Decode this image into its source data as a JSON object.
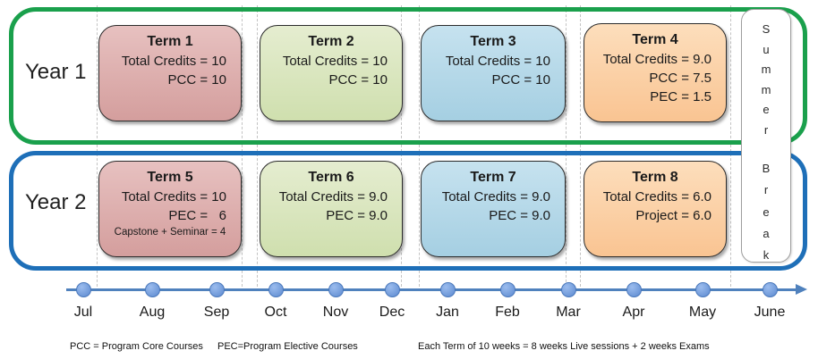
{
  "years": [
    {
      "label": "Year 1",
      "terms": [
        {
          "title": "Term 1",
          "lines": [
            "Total Credits = 10",
            "PCC = 10"
          ]
        },
        {
          "title": "Term 2",
          "lines": [
            "Total Credits = 10",
            "PCC = 10"
          ]
        },
        {
          "title": "Term 3",
          "lines": [
            "Total Credits = 10",
            "PCC = 10"
          ]
        },
        {
          "title": "Term 4",
          "lines": [
            "Total Credits = 9.0",
            "PCC = 7.5",
            "PEC = 1.5"
          ]
        }
      ]
    },
    {
      "label": "Year 2",
      "terms": [
        {
          "title": "Term 5",
          "lines": [
            "Total Credits = 10",
            "PEC =   6"
          ],
          "small_line": "Capstone + Seminar = 4"
        },
        {
          "title": "Term 6",
          "lines": [
            "Total Credits = 9.0",
            "PEC = 9.0"
          ]
        },
        {
          "title": "Term 7",
          "lines": [
            "Total Credits = 9.0",
            "PEC = 9.0"
          ]
        },
        {
          "title": "Term 8",
          "lines": [
            "Total Credits = 6.0",
            "Project = 6.0"
          ]
        }
      ]
    }
  ],
  "summer_break": {
    "top": "Summer",
    "bottom": "Break"
  },
  "timeline": {
    "months": [
      "Jul",
      "Aug",
      "Sep",
      "Oct",
      "Nov",
      "Dec",
      "Jan",
      "Feb",
      "Mar",
      "Apr",
      "May",
      "June"
    ]
  },
  "footnotes": [
    "PCC = Program Core Courses",
    "PEC=Program Elective Courses",
    "Each Term of 10 weeks = 8 weeks Live sessions + 2 weeks Exams"
  ],
  "colors": {
    "year1_border": "#1aa04c",
    "year2_border": "#1e6fb8",
    "term_pink": "#d9a6a5",
    "term_green": "#d8e4bc",
    "term_blue": "#b0d6e6",
    "term_orange": "#fbcfa4",
    "timeline": "#4f81bd",
    "gridline": "#c3c3c3"
  }
}
